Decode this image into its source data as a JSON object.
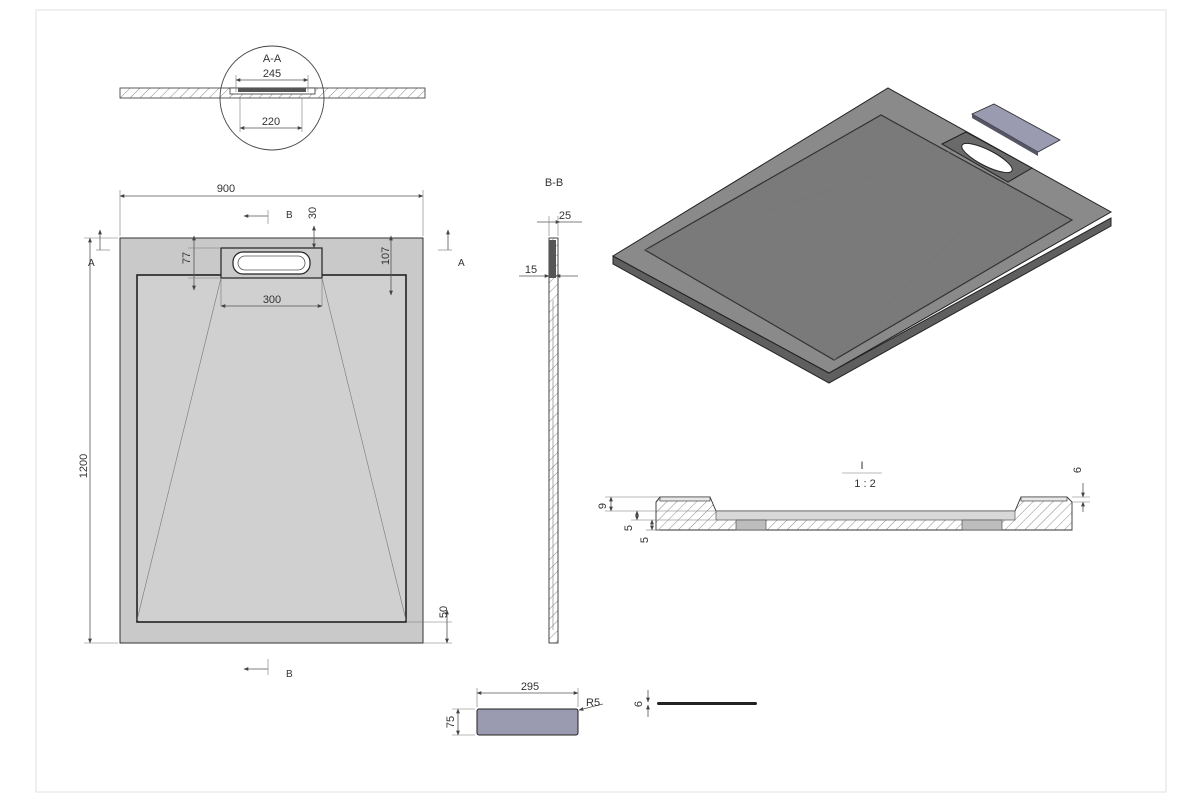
{
  "section_aa": {
    "title": "A-A",
    "dims": [
      "245",
      "220"
    ]
  },
  "top_view": {
    "width": "900",
    "length": "1200",
    "drain_width": "300",
    "d30": "30",
    "d77": "77",
    "d107": "107",
    "d50": "50",
    "cut_a": "A",
    "cut_b": "B"
  },
  "section_bb": {
    "title": "B-B",
    "d25": "25",
    "d15": "15"
  },
  "detail": {
    "title": "I",
    "scale": "1 : 2",
    "d6": "6",
    "d9": "9",
    "d5a": "5",
    "d5b": "5"
  },
  "grate_cover": {
    "width": "295",
    "height": "75",
    "radius": "R5",
    "thickness": "6"
  },
  "colors": {
    "tray_fill": "#c9c9c9",
    "tray_dark": "#6f6f6f",
    "cover": "#9a9ab0",
    "hatch": "#8a8a8a"
  }
}
